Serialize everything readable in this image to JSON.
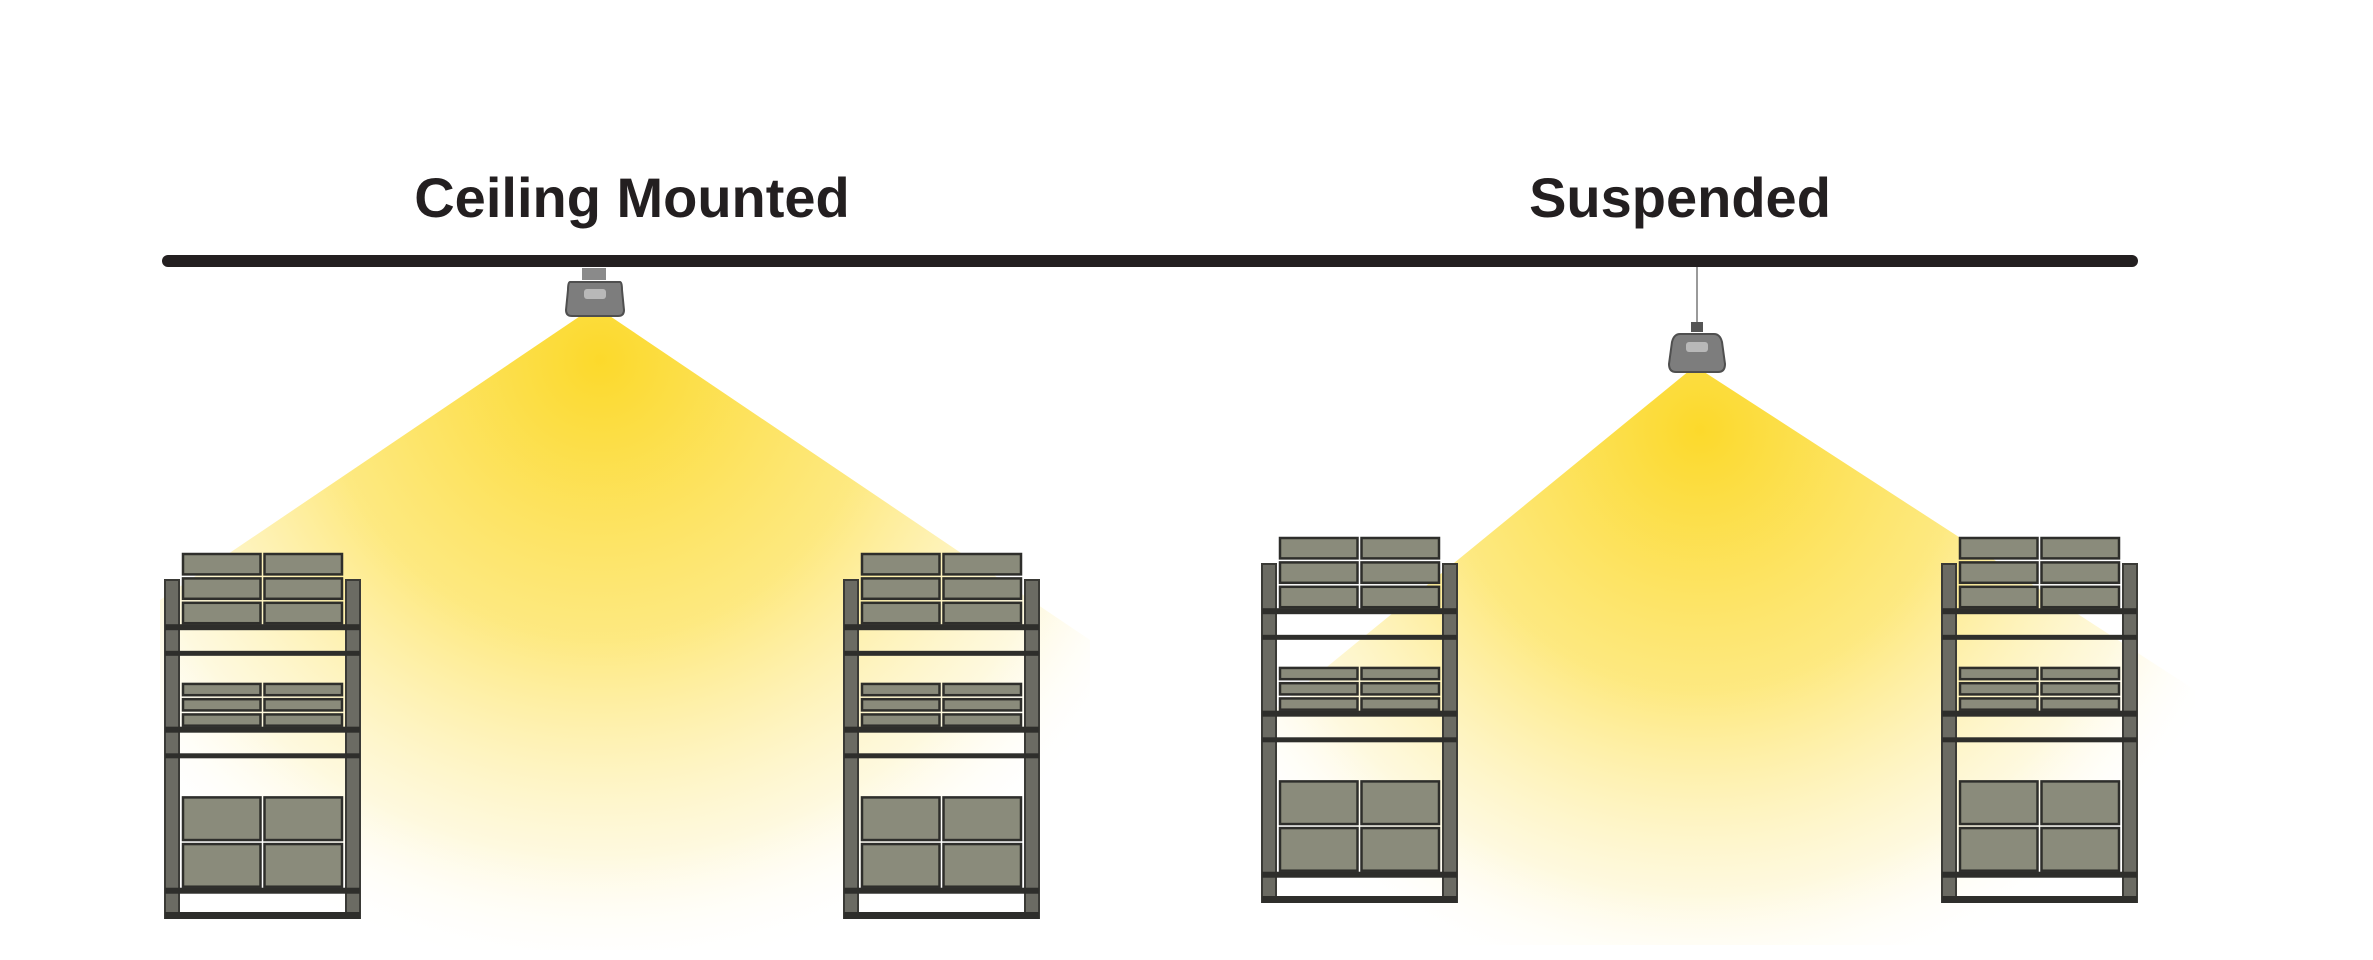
{
  "panels": [
    {
      "id": "ceiling",
      "title": "Ceiling Mounted",
      "mount": "ceiling"
    },
    {
      "id": "suspended",
      "title": "Suspended",
      "mount": "suspended"
    }
  ],
  "colors": {
    "light_beam": "#fcd92b",
    "ceiling_bar": "#231f20",
    "rack_frame": "#6b6b63",
    "rack_box": "#8a8b7b",
    "fixture": "#7d7d7d"
  },
  "icons": {
    "fixture": "high-bay-light-icon",
    "rack": "storage-rack-icon"
  }
}
